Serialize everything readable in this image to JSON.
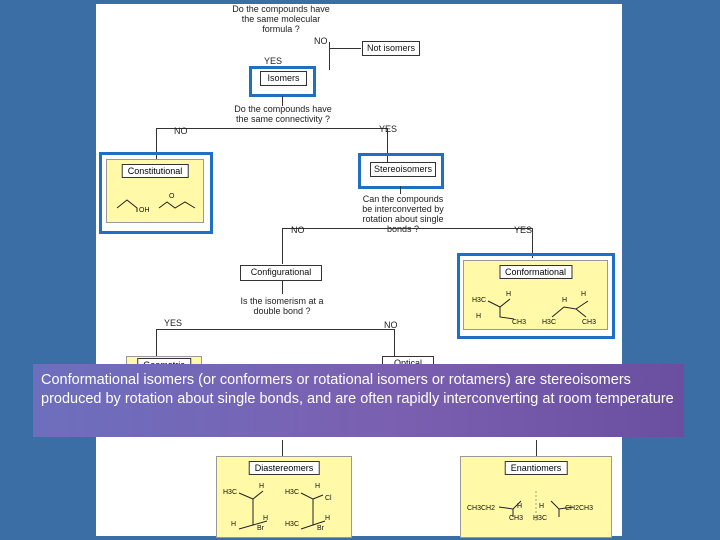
{
  "flowchart": {
    "q1": "Do the compounds have the same molecular formula ?",
    "q1_no": "NO",
    "not_isomers": "Not isomers",
    "q1_yes": "YES",
    "isomers": "Isomers",
    "q2": "Do the compounds have the same connectivity ?",
    "q2_no": "NO",
    "q2_yes": "YES",
    "constitutional": "Constitutional",
    "stereoisomers": "Stereoisomers",
    "q3": "Can the compounds be interconverted by rotation about single bonds ?",
    "q3_no": "NO",
    "q3_yes": "YES",
    "configurational": "Configurational",
    "conformational": "Conformational",
    "q4": "Is the isomerism at a double bond ?",
    "q4_yes": "YES",
    "q4_no": "NO",
    "geometric": "Geometric",
    "optical": "Optical",
    "diastereomers": "Diastereomers",
    "enantiomers": "Enantiomers"
  },
  "molecules": {
    "oh": "OH",
    "o": "O",
    "h3c": "H3C",
    "h": "H",
    "ch3": "CH3",
    "cl": "Cl",
    "br": "Br",
    "ch3ch2": "CH3CH2",
    "ch2ch3": "CH2CH3"
  },
  "banner": {
    "w1": "Conformational",
    "t1": " isomers (or ",
    "w2": "conformers",
    "t2": " or ",
    "w3": "rotational isomers",
    "t3": " or ",
    "w4": "rotamers",
    "t4": ") are stereoisomers produced by rotation about single bonds, and are often rapidly interconverting at room temperature"
  },
  "colors": {
    "background": "#3a6ea5",
    "highlight_border": "#1f6fc4",
    "category_fill": "#fff9a8",
    "banner": "#7060b4"
  }
}
